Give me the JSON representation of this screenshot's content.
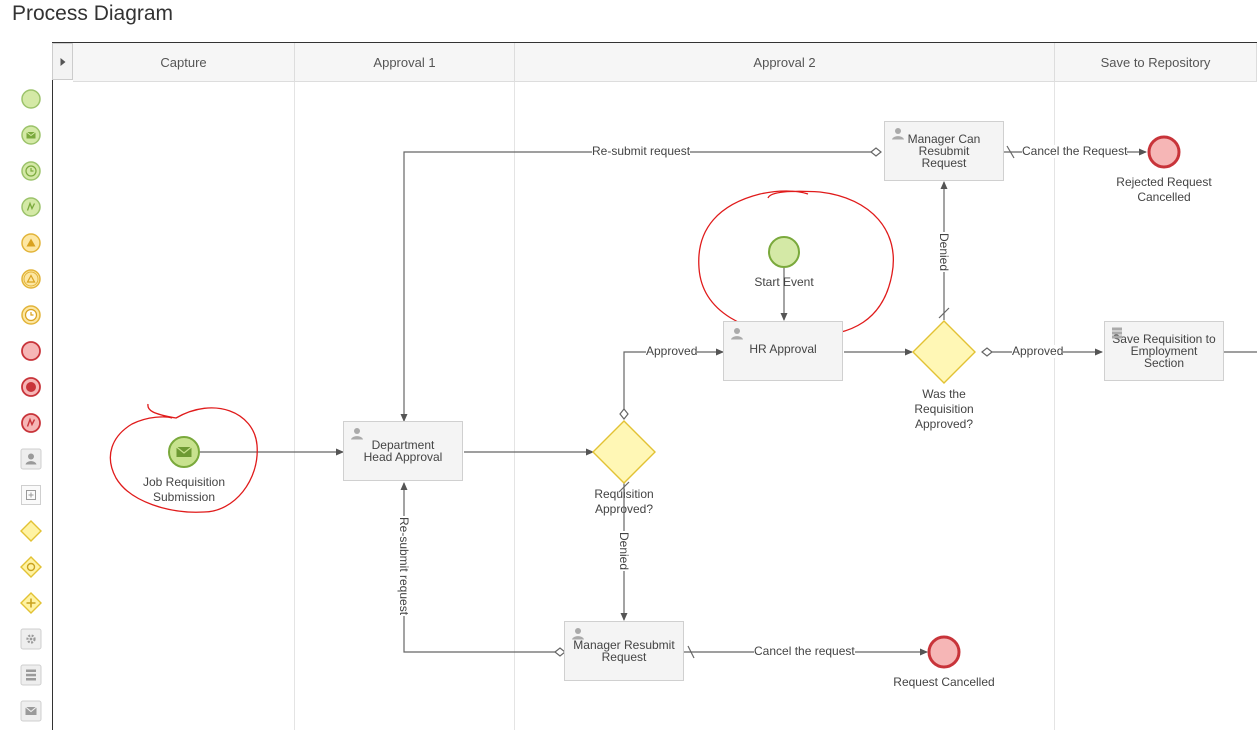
{
  "page": {
    "title": "Process Diagram"
  },
  "palette": {
    "items": [
      "start-event",
      "message-start-event",
      "timer-start-event",
      "signal-start-event",
      "escalation-event",
      "escalation-boundary-event",
      "timer-intermediate-event",
      "end-event",
      "terminate-end-event",
      "error-end-event",
      "user-task",
      "subprocess",
      "exclusive-gateway",
      "inclusive-gateway",
      "parallel-gateway",
      "service-task",
      "script-task",
      "message-task"
    ]
  },
  "lanes": [
    {
      "label": "Capture"
    },
    {
      "label": "Approval 1"
    },
    {
      "label": "Approval 2"
    },
    {
      "label": "Save to Repository"
    }
  ],
  "nodes": {
    "job_requisition": {
      "label_line1": "Job Requisition",
      "label_line2": "Submission"
    },
    "dept_head": {
      "label": "Department Head Approval"
    },
    "req_gateway": {
      "label_line1": "Requisition",
      "label_line2": "Approved?"
    },
    "hr_approval": {
      "label": "HR Approval"
    },
    "start_event": {
      "label": "Start Event"
    },
    "was_gateway": {
      "label_line1": "Was the",
      "label_line2": "Requisition",
      "label_line3": "Approved?"
    },
    "mgr_can_resubmit": {
      "label": "Manager Can Resubmit Request"
    },
    "rejected_end": {
      "label_line1": "Rejected Request",
      "label_line2": "Cancelled"
    },
    "save_req": {
      "label": "Save Requisition to Employment Section"
    },
    "mgr_resubmit": {
      "label": "Manager Resubmit Request"
    },
    "request_cancelled": {
      "label": "Request Cancelled"
    }
  },
  "edges": {
    "resubmit_top": "Re-submit request",
    "cancel_top": "Cancel the Request",
    "denied_right": "Denied",
    "approved_hr": "Approved",
    "approved_save": "Approved",
    "denied_left": "Denied",
    "resubmit_left": "Re-submit request",
    "cancel_bottom": "Cancel the request"
  },
  "colors": {
    "start_fill": "#d4e9a6",
    "start_stroke": "#7aa93c",
    "end_fill": "#f6b6b6",
    "end_stroke": "#c8343a",
    "gateway_fill": "#fff7b5",
    "gateway_stroke": "#e2c234",
    "annotation": "#e01b1b"
  }
}
